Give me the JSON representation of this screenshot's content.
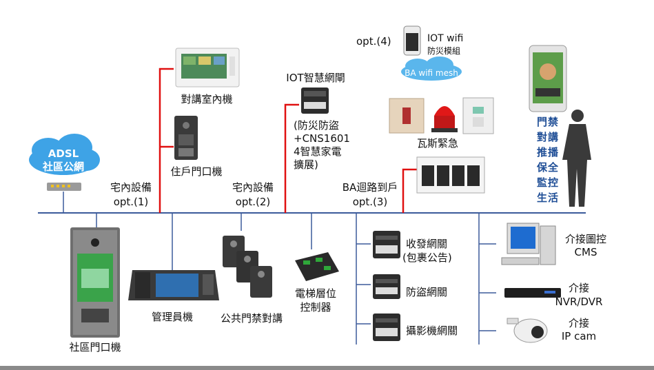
{
  "cloud_adsl": {
    "line1": "ADSL",
    "line2": "社區公網"
  },
  "cloud_ba": {
    "label": "BA wifi mesh"
  },
  "labels": {
    "indoor_unit": "對講室內機",
    "door_station": "住戶門口機",
    "home_opt1_line1": "宅內設備",
    "home_opt1_line2": "opt.(1)",
    "home_opt2_line1": "宅內設備",
    "home_opt2_line2": "opt.(2)",
    "iot_gateway": "IOT智慧網閘",
    "iot_desc_1": "(防災防盜",
    "iot_desc_2": "+CNS1601",
    "iot_desc_3": "4智慧家電",
    "iot_desc_4": "擴展)",
    "opt4": "opt.(4)",
    "iot_wifi_1": "IOT wifi",
    "iot_wifi_2": "防災模組",
    "gas_emergency": "瓦斯緊急",
    "ba_line1": "BA迴路到戶",
    "ba_line2": "opt.(3)",
    "community_door": "社區門口機",
    "manager": "管理員機",
    "public_access": "公共門禁對講",
    "elevator_1": "電梯層位",
    "elevator_2": "控制器",
    "gw_transceiver_1": "收發網關",
    "gw_transceiver_2": "(包裹公告)",
    "gw_security": "防盜網關",
    "gw_camera": "攝影機網關",
    "cms_1": "介接圖控",
    "cms_2": "CMS",
    "nvr_1": "介接",
    "nvr_2": "NVR/DVR",
    "ipcam_1": "介接",
    "ipcam_2": "IP cam"
  },
  "side_text": [
    "門禁",
    "對講",
    "推播",
    "保全",
    "監控",
    "生活"
  ],
  "colors": {
    "bus": "#3b5a9a",
    "red": "#e01010",
    "cloud": "#3ea3e6",
    "side_text": "#1f4e96"
  }
}
